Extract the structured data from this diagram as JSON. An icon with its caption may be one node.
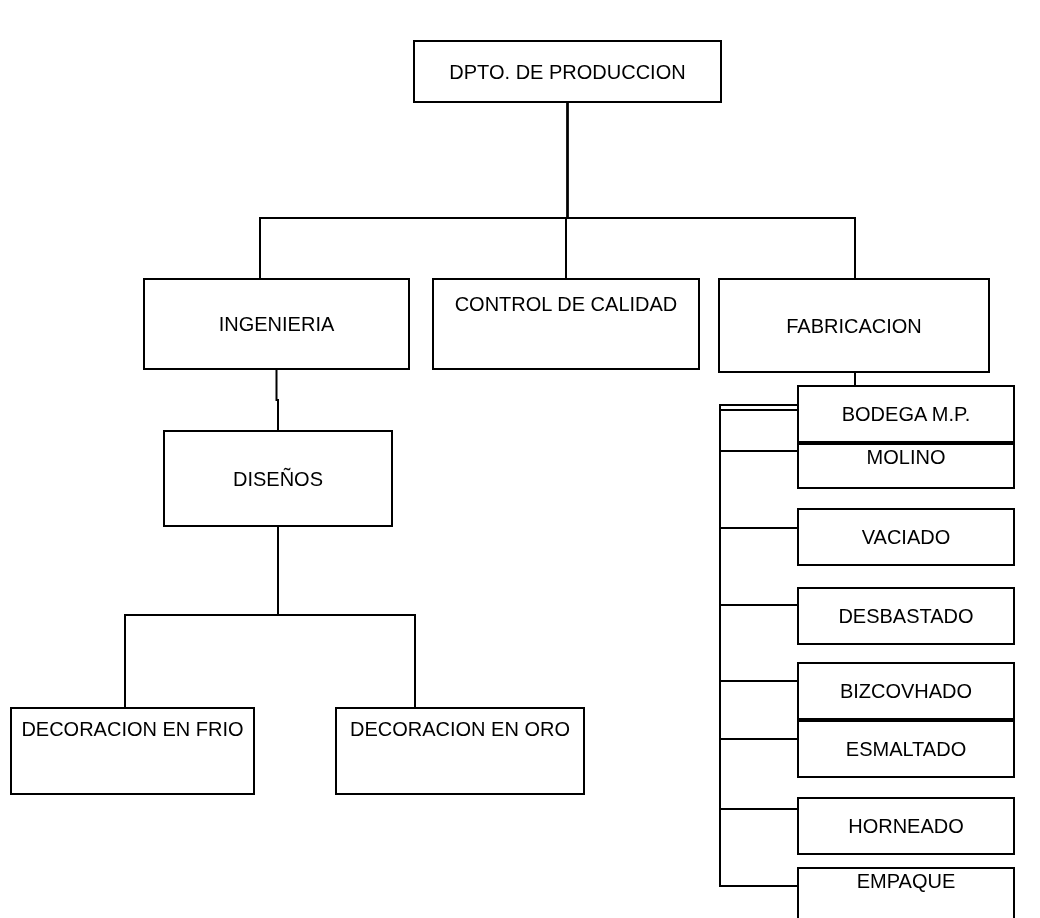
{
  "diagram": {
    "nodes": [
      {
        "text": [
          "DPTO. DE PRODUCCION"
        ]
      },
      {
        "text": [
          "INGENIERIA"
        ]
      },
      {
        "text": [
          "CONTROL DE CALIDAD"
        ]
      },
      {
        "text": [
          "FABRICACION"
        ]
      },
      {
        "text": [
          "DISEÑOS"
        ]
      },
      {
        "text": [
          "DECORACION EN FRIO"
        ]
      },
      {
        "text": [
          "DECORACION EN ORO"
        ]
      },
      {
        "text": [
          "BODEGA M.P."
        ]
      },
      {
        "text": [
          "MOLINO"
        ]
      },
      {
        "text": [
          "VACIADO"
        ]
      },
      {
        "text": [
          "DESBASTADO"
        ]
      },
      {
        "text": [
          "BIZCOVHADO"
        ]
      },
      {
        "text": [
          "ESMALTADO"
        ]
      },
      {
        "text": [
          "HORNEADO"
        ]
      },
      {
        "text": [
          "EMPAQUE"
        ]
      }
    ],
    "edges": [
      {
        "from": 0,
        "to": 1,
        "arrow": "none"
      },
      {
        "from": 0,
        "to": 2,
        "arrow": "none"
      },
      {
        "from": 0,
        "to": 3,
        "arrow": "none"
      },
      {
        "from": 1,
        "to": 4,
        "arrow": "none"
      },
      {
        "from": 4,
        "to": 5,
        "arrow": "none"
      },
      {
        "from": 4,
        "to": 6,
        "arrow": "none"
      },
      {
        "from": 3,
        "to": 7,
        "arrow": "none"
      },
      {
        "from": 7,
        "to": 8,
        "arrow": "none"
      },
      {
        "from": 7,
        "to": 9,
        "arrow": "none"
      },
      {
        "from": 7,
        "to": 10,
        "arrow": "none"
      },
      {
        "from": 7,
        "to": 11,
        "arrow": "none"
      },
      {
        "from": 7,
        "to": 12,
        "arrow": "none"
      },
      {
        "from": 7,
        "to": 13,
        "arrow": "none"
      },
      {
        "from": 7,
        "to": 14,
        "arrow": "none"
      }
    ]
  }
}
